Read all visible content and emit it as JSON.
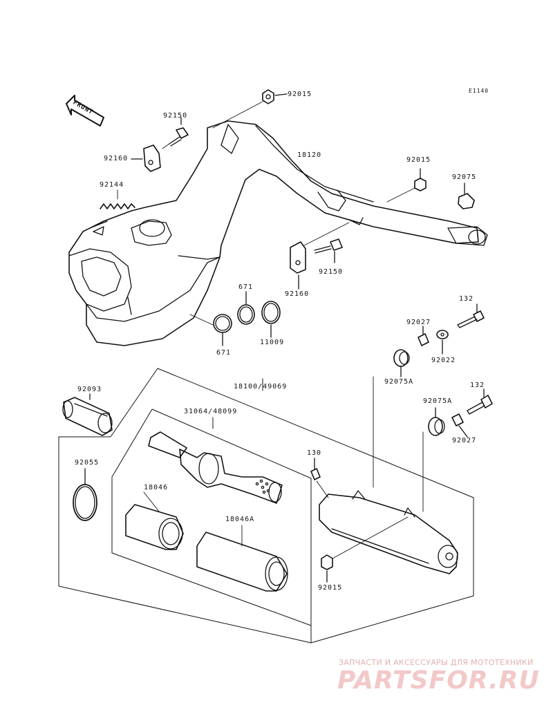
{
  "diagram": {
    "code": "E1140",
    "front_label": "FRONT",
    "labels": {
      "p92015_top": "92015",
      "p92150_top": "92150",
      "p92160_top": "92160",
      "p18120": "18120",
      "p92144": "92144",
      "p92015_mid": "92015",
      "p92075": "92075",
      "p92150_mid": "92150",
      "p92160_mid": "92160",
      "p671_upper": "671",
      "p11009": "11009",
      "p671_lower": "671",
      "p132_top": "132",
      "p92027_top": "92027",
      "p92022": "92022",
      "p92075A_top": "92075A",
      "p92093": "92093",
      "p18100": "18100/49069",
      "p31064": "31064/48099",
      "p132_bot": "132",
      "p92075A_bot": "92075A",
      "p92027_bot": "92027",
      "p92055": "92055",
      "p130": "130",
      "p18046": "18046",
      "p18046A": "18046A",
      "p92015_bot": "92015"
    }
  },
  "watermark": {
    "caption": "ЗАПЧАСТИ И АКСЕССУАРЫ ДЛЯ МОТОТЕХНИКИ",
    "brand": "PARTSFOR.RU"
  }
}
